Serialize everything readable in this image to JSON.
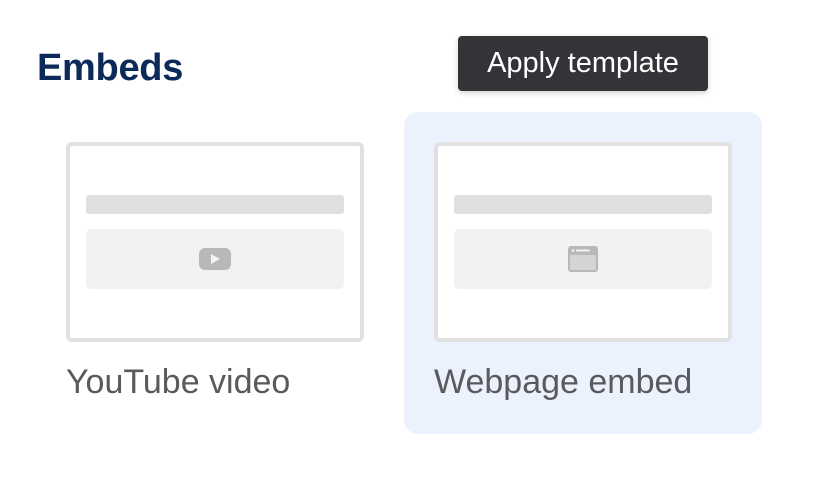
{
  "section": {
    "title": "Embeds"
  },
  "tooltip": {
    "text": "Apply template"
  },
  "cards": [
    {
      "label": "YouTube video",
      "icon": "youtube-play-icon",
      "hovered": false
    },
    {
      "label": "Webpage embed",
      "icon": "browser-window-icon",
      "hovered": true
    }
  ],
  "colors": {
    "title": "#0b2a5a",
    "tooltip_bg": "#333438",
    "hover_bg": "#ecf2fd",
    "label": "#5a5a5e",
    "thumb_border": "#e1e1e1",
    "icon": "#b8b8b8"
  }
}
